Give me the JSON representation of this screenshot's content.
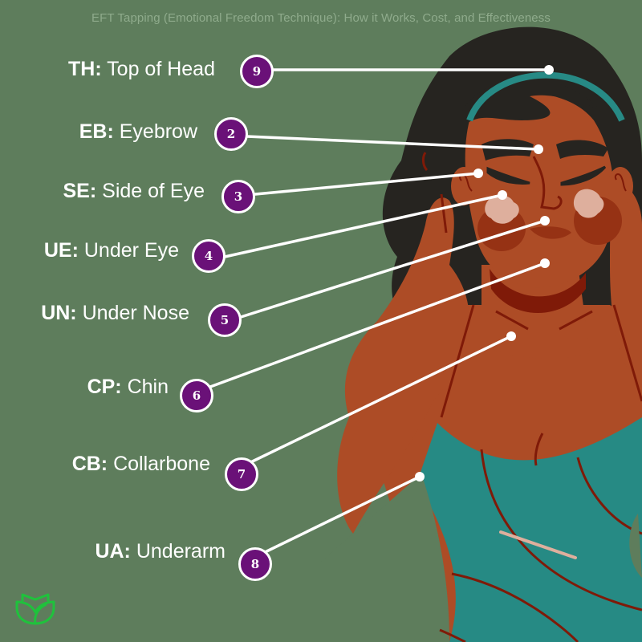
{
  "title": "EFT Tapping (Emotional Freedom Technique): How it Works, Cost, and Effectiveness",
  "colors": {
    "background": "#5e7d5c",
    "badge": "#6a1178",
    "skin": "#ad4c26",
    "skin_dark": "#8f2f15",
    "hair": "#262420",
    "headband": "#278a85",
    "top": "#268a84",
    "blush": "#deaf9d",
    "logo": "#1fc23c",
    "title_text": "#8fab8c"
  },
  "tapping_points": [
    {
      "abbr": "TH:",
      "name": "Top of Head",
      "number": "9"
    },
    {
      "abbr": "EB:",
      "name": "Eyebrow",
      "number": "2"
    },
    {
      "abbr": "SE:",
      "name": "Side of Eye",
      "number": "3"
    },
    {
      "abbr": "UE:",
      "name": "Under Eye",
      "number": "4"
    },
    {
      "abbr": "UN:",
      "name": "Under Nose",
      "number": "5"
    },
    {
      "abbr": "CP:",
      "name": "Chin",
      "number": "6"
    },
    {
      "abbr": "CB:",
      "name": "Collarbone",
      "number": "7"
    },
    {
      "abbr": "UA:",
      "name": "Underarm",
      "number": "8"
    }
  ],
  "logo": {
    "icon": "lotus-leaf-icon"
  }
}
